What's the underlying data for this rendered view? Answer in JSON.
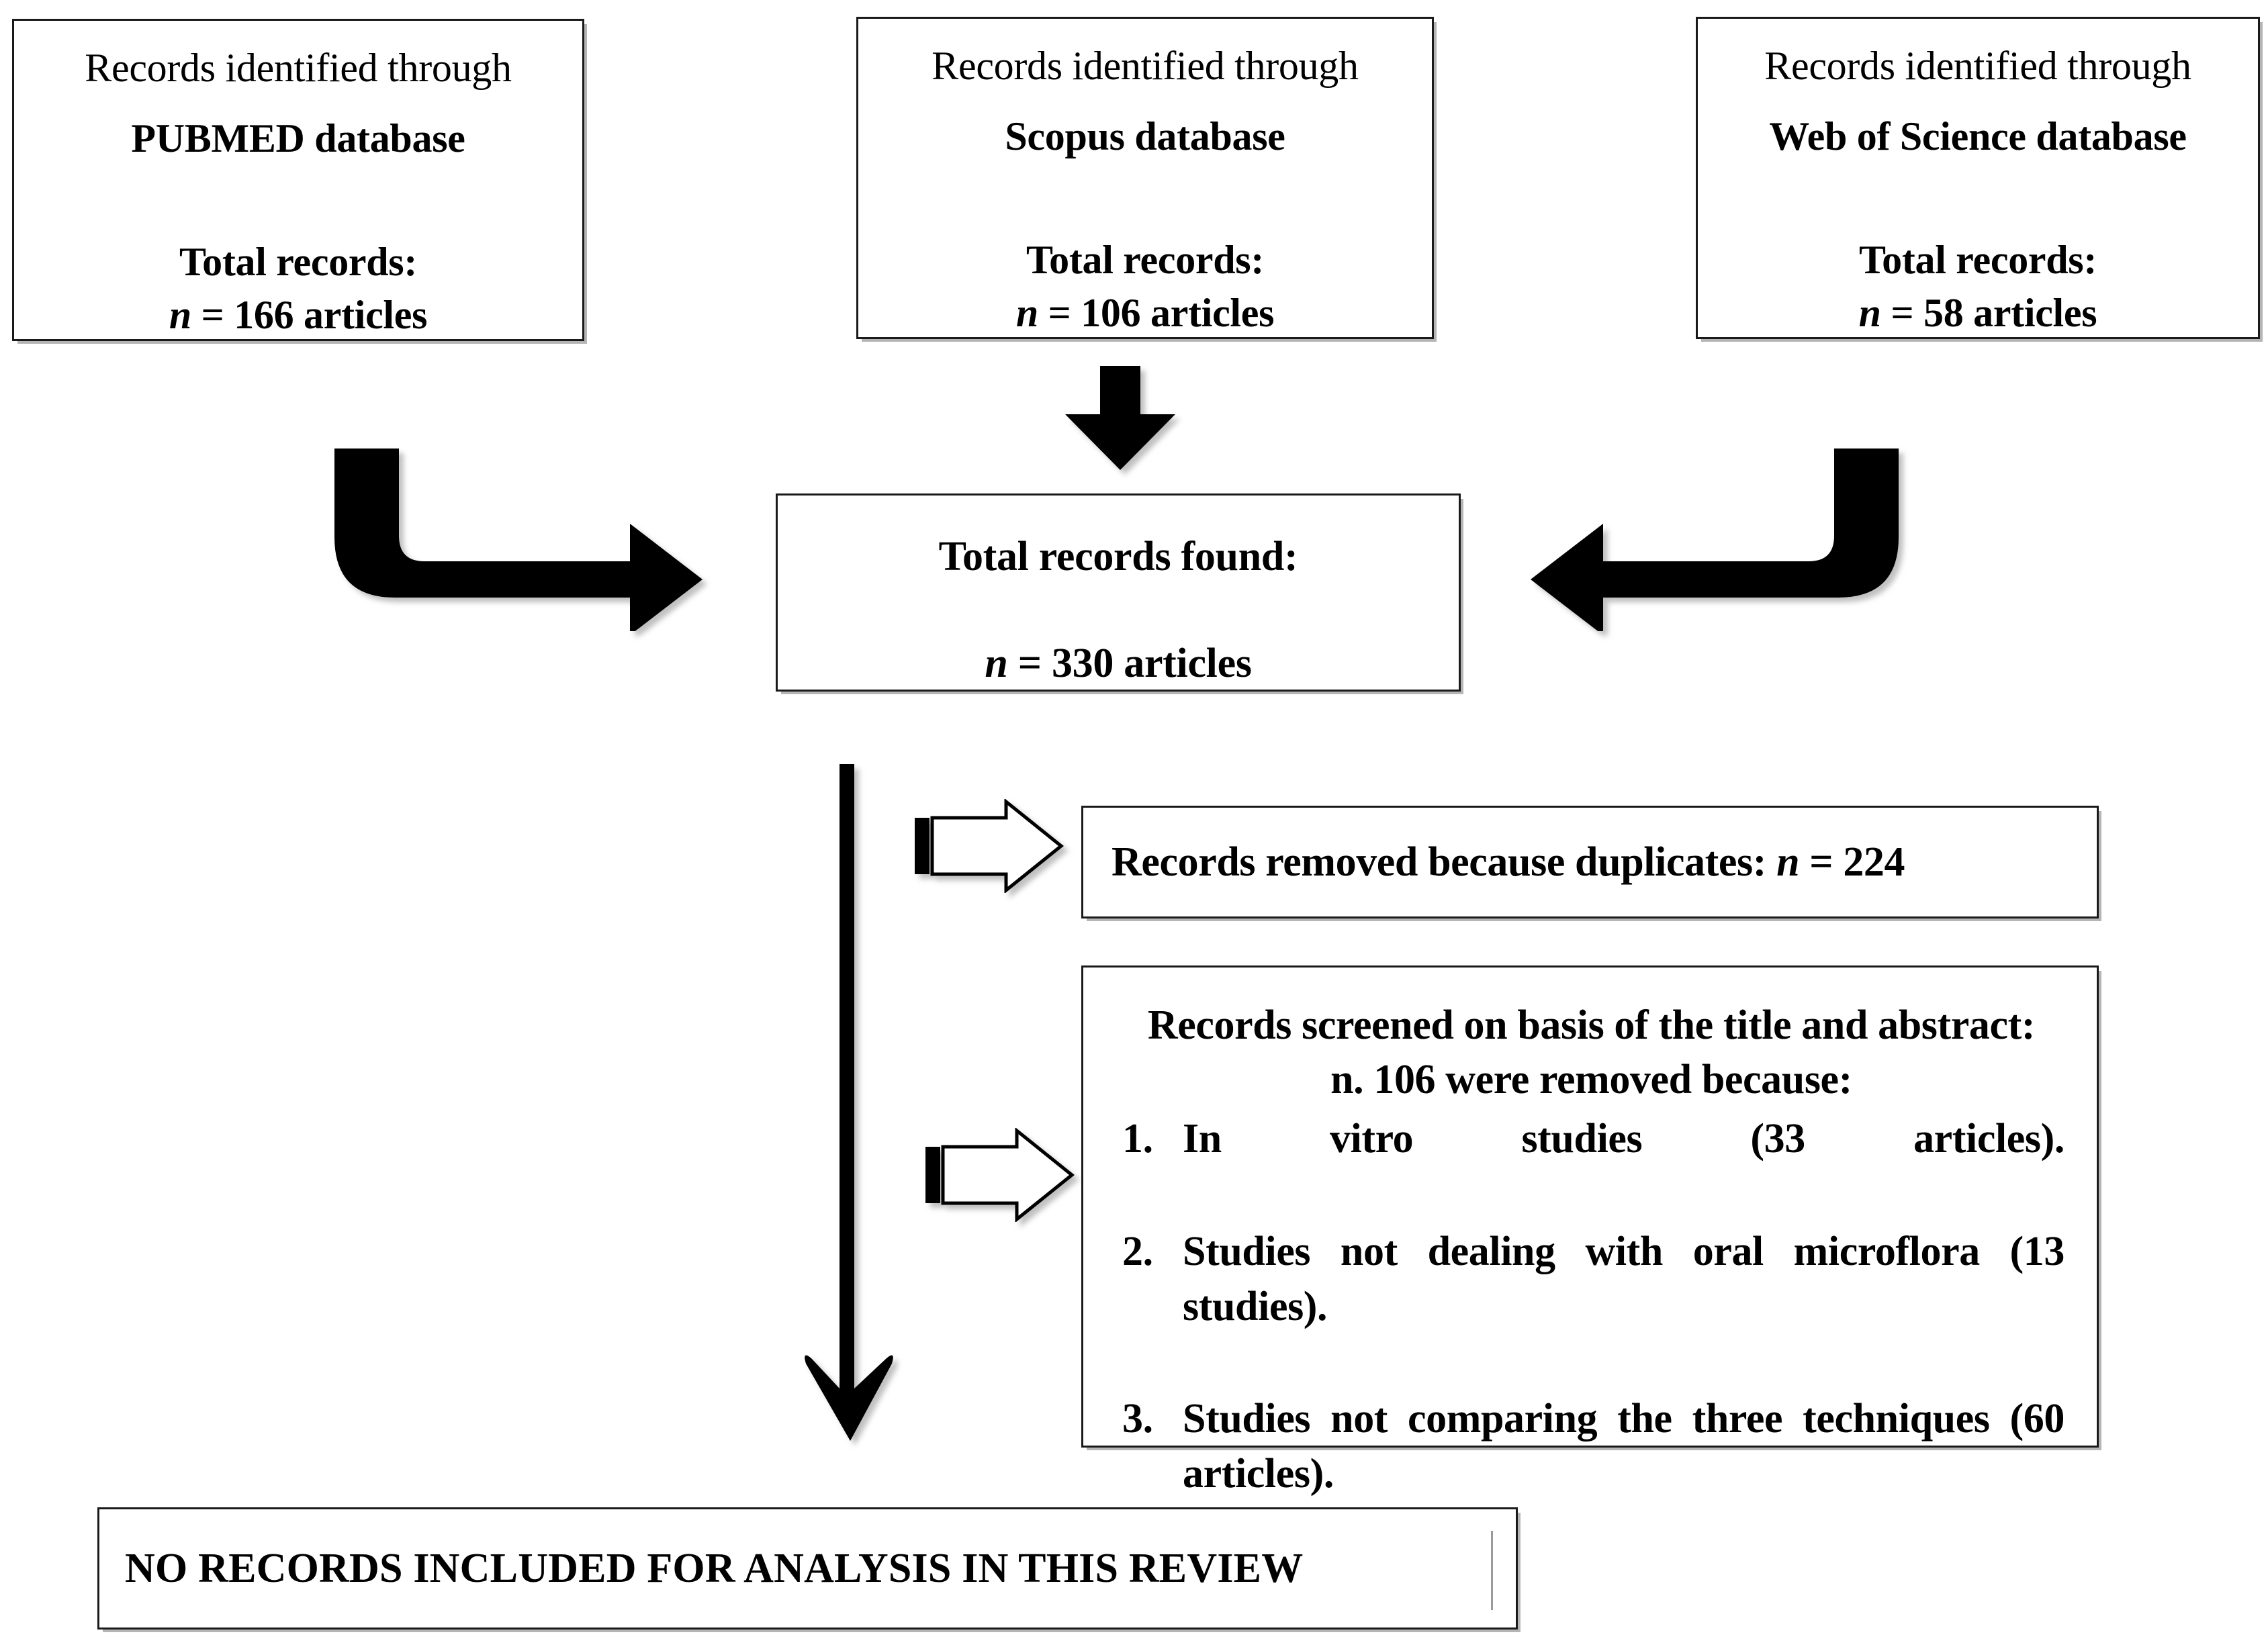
{
  "diagram": {
    "title": "PRISMA flow diagram",
    "accent_color": "#000000",
    "box_border_color": "#1a1a1a",
    "background_color": "#ffffff"
  },
  "sources": [
    {
      "id": "pubmed",
      "line1": "Records identified through",
      "line2": "PUBMED database",
      "total_label": "Total records:",
      "n_symbol": "n",
      "n_text": " = 166 articles",
      "count": 166
    },
    {
      "id": "scopus",
      "line1": "Records identified through",
      "line2": "Scopus database",
      "total_label": "Total records:",
      "n_symbol": "n",
      "n_text": " = 106 articles",
      "count": 106
    },
    {
      "id": "web-of-science",
      "line1": "Records identified through",
      "line2": "Web of Science database",
      "total_label": "Total records:",
      "n_symbol": "n",
      "n_text": " = 58 articles",
      "count": 58
    }
  ],
  "merged": {
    "title": "Total records found:",
    "n_symbol": "n",
    "n_text": " = 330 articles",
    "count": 330
  },
  "duplicates": {
    "prefix": "Records removed because duplicates: ",
    "n_symbol": "n",
    "n_text": " = 224",
    "count": 224
  },
  "screening": {
    "head_line1": "Records screened on basis of the title and abstract:",
    "head_line2": "n. 106 were removed because:",
    "removed_count": 106,
    "reasons": [
      {
        "num": "1.",
        "text": "In vitro studies (33 articles).",
        "count": 33
      },
      {
        "num": "2.",
        "text": "Studies not dealing with oral microflora (13 studies).",
        "count": 13
      },
      {
        "num": "3.",
        "text": "Studies not comparing the three techniques (60 articles).",
        "count": 60
      }
    ]
  },
  "conclusion": {
    "text": "NO RECORDS INCLUDED FOR ANALYSIS IN THIS REVIEW"
  },
  "connectors": [
    {
      "id": "scopus-down-arrow",
      "icon": "arrow-down-icon"
    },
    {
      "id": "pubmed-elbow-arrow",
      "icon": "elbow-arrow-right-icon"
    },
    {
      "id": "wos-elbow-arrow",
      "icon": "elbow-arrow-left-icon"
    },
    {
      "id": "merged-down-line-arrow",
      "icon": "arrow-down-long-icon"
    },
    {
      "id": "duplicates-hollow-arrow",
      "icon": "hollow-arrow-right-icon"
    },
    {
      "id": "screening-hollow-arrow",
      "icon": "hollow-arrow-right-icon"
    }
  ]
}
